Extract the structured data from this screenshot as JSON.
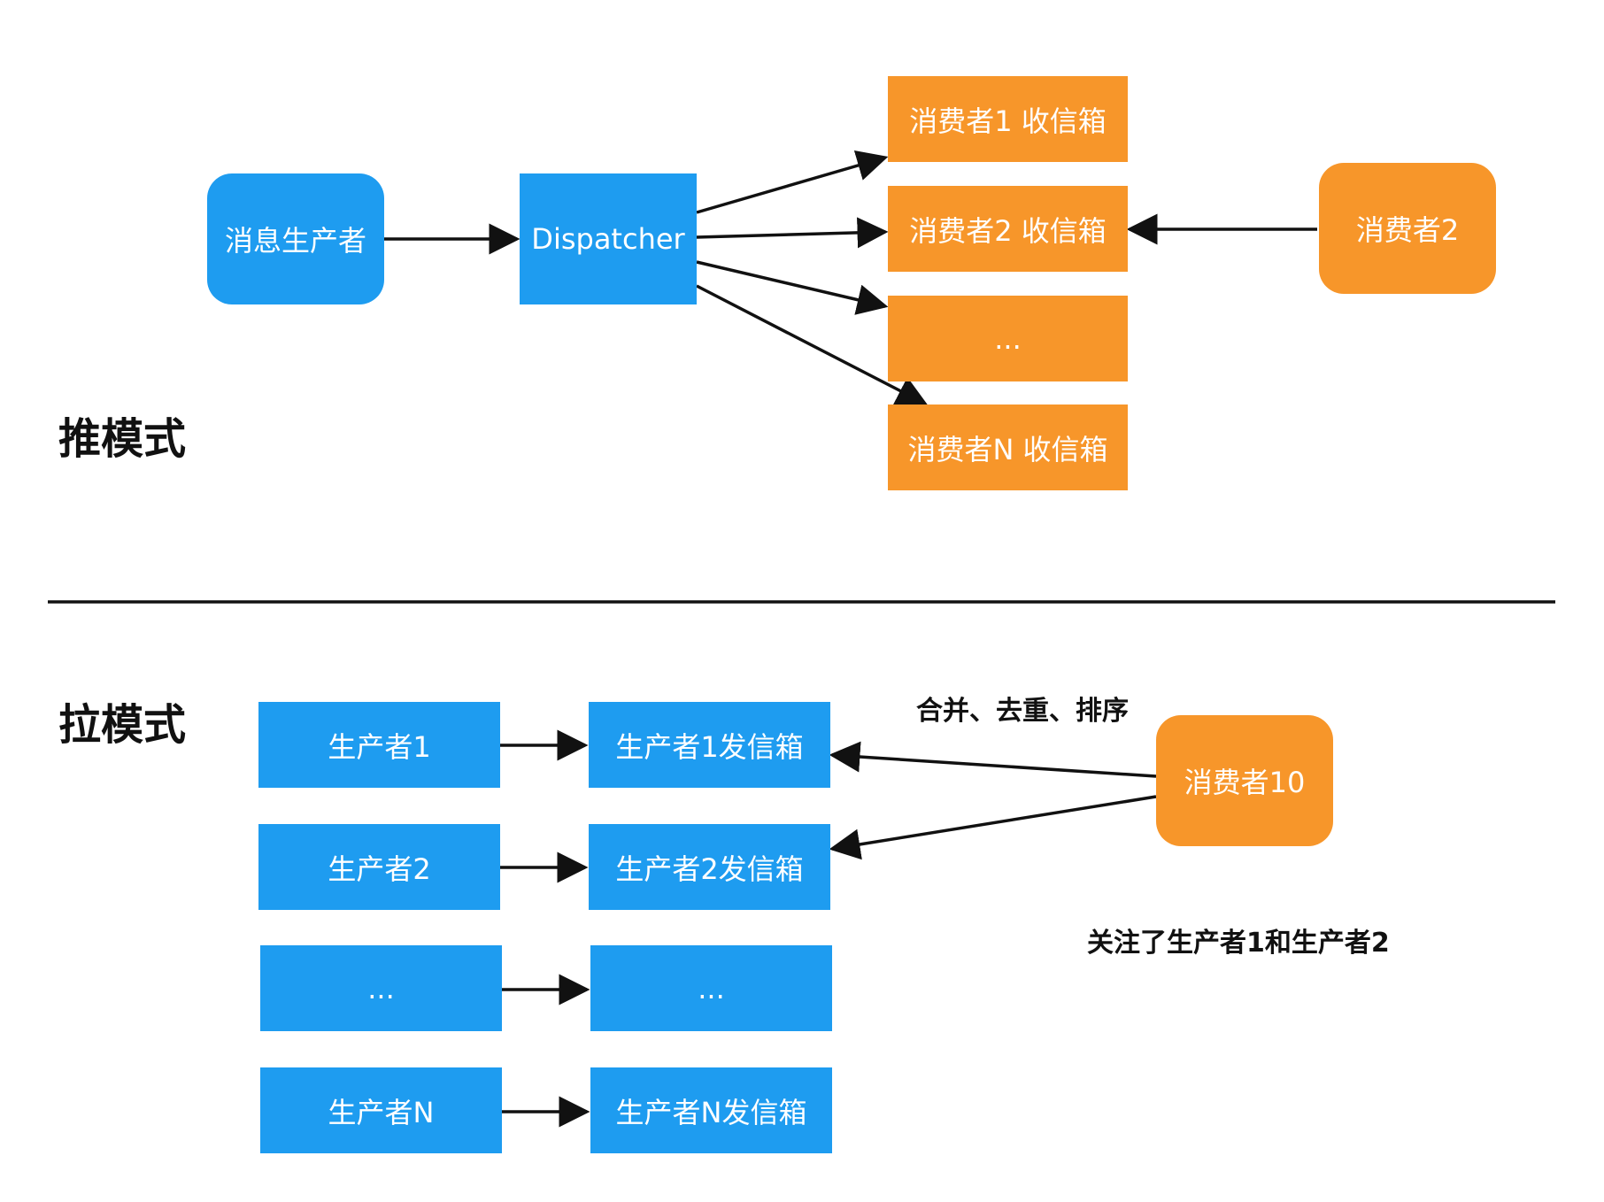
{
  "push": {
    "title": "推模式",
    "producer": "消息生产者",
    "dispatcher": "Dispatcher",
    "inbox_1": "消费者1 收信箱",
    "inbox_2": "消费者2 收信箱",
    "inbox_ellipsis": "...",
    "inbox_n": "消费者N 收信箱",
    "consumer": "消费者2"
  },
  "pull": {
    "title": "拉模式",
    "producer_1": "生产者1",
    "producer_2": "生产者2",
    "producer_ellipsis": "...",
    "producer_n": "生产者N",
    "outbox_1": "生产者1发信箱",
    "outbox_2": "生产者2发信箱",
    "outbox_ellipsis": "...",
    "outbox_n": "生产者N发信箱",
    "consumer": "消费者10",
    "merge_label": "合并、去重、排序",
    "follow_label": "关注了生产者1和生产者2"
  },
  "colors": {
    "node_blue": "#1e9cf0",
    "node_orange": "#f7962a",
    "edge": "#111111"
  }
}
